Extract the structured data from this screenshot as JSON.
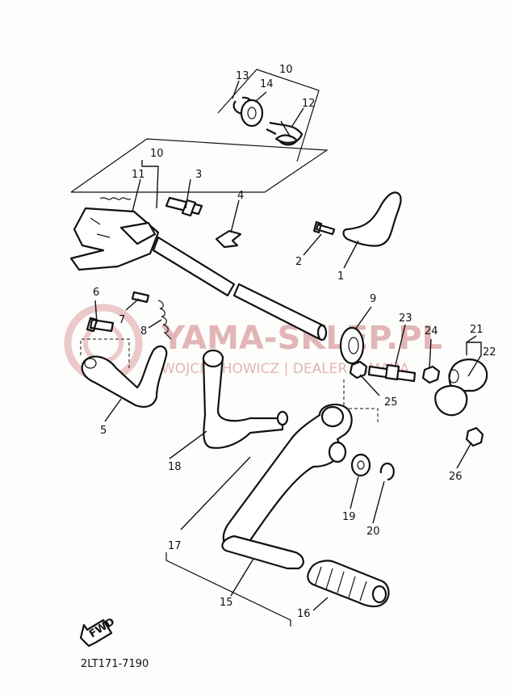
{
  "diagram": {
    "code": "2LT171-7190",
    "fwd_label": "FWD",
    "callouts": [
      "1",
      "2",
      "3",
      "4",
      "5",
      "6",
      "7",
      "8",
      "9",
      "10",
      "10",
      "11",
      "12",
      "13",
      "14",
      "15",
      "16",
      "17",
      "18",
      "19",
      "20",
      "21",
      "22",
      "23",
      "24",
      "25",
      "26"
    ]
  },
  "watermark": {
    "title": "YAMA-SKLEP.PL",
    "subtitle": "WOJCIECHOWICZ | DEALER YAMAHA"
  },
  "colors": {
    "ink": "#111111",
    "watermark": "#e2b6b6",
    "paper": "#fdfdfb"
  }
}
